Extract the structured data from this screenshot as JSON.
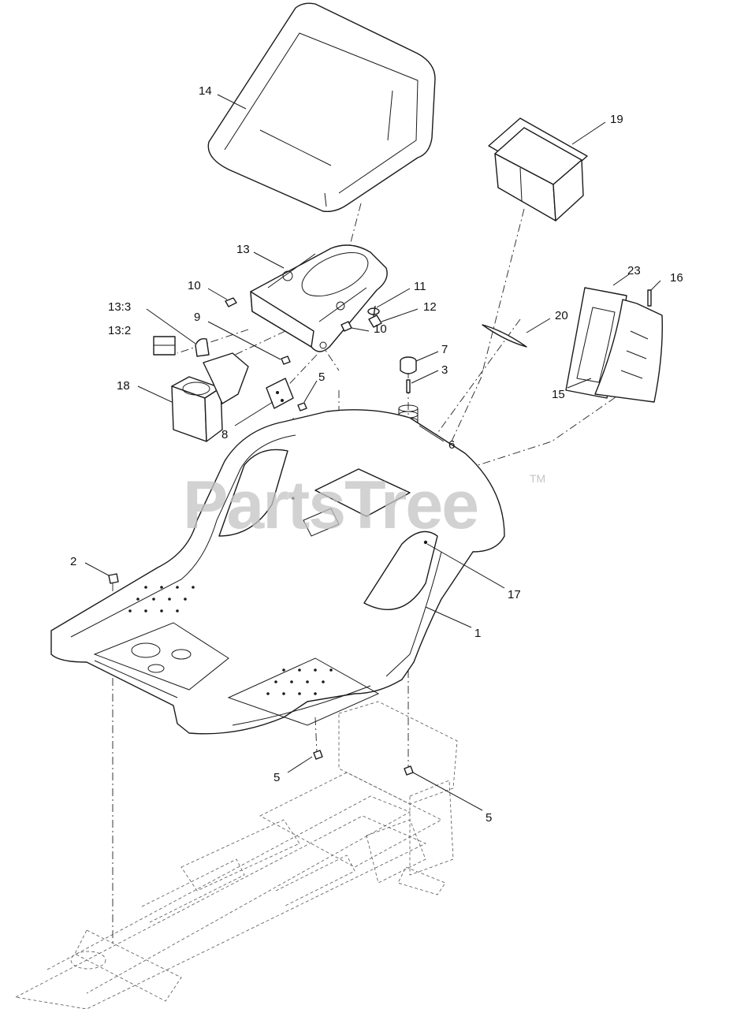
{
  "watermark": {
    "text": "PartsTree",
    "trademark": "TM"
  },
  "callouts": {
    "c14": "14",
    "c19": "19",
    "c13": "13",
    "c23": "23",
    "c16": "16",
    "c10a": "10",
    "c11": "11",
    "c12": "12",
    "c13_3": "13:3",
    "c13_2": "13:2",
    "c9": "9",
    "c20": "20",
    "c10b": "10",
    "c7": "7",
    "c3": "3",
    "c18": "18",
    "c5a": "5",
    "c15": "15",
    "c8": "8",
    "c6": "6",
    "c2": "2",
    "c17": "17",
    "c1": "1",
    "c5b": "5",
    "c5c": "5"
  }
}
